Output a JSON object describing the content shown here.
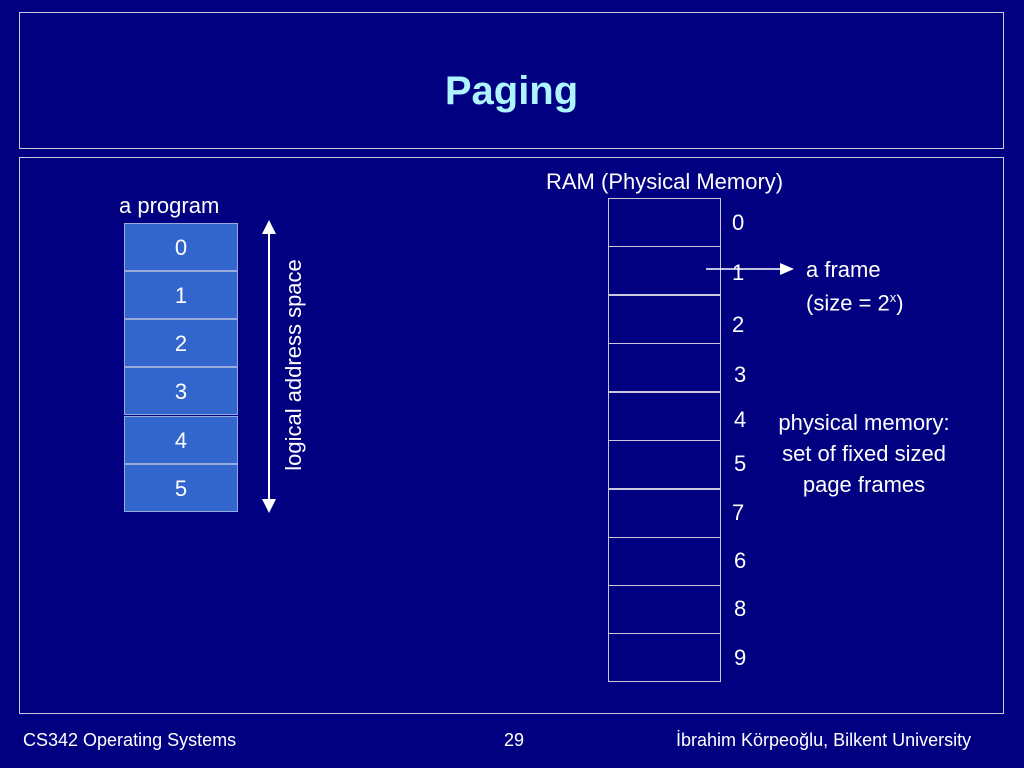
{
  "title": "Paging",
  "program": {
    "label": "a program",
    "pages": [
      "0",
      "1",
      "2",
      "3",
      "4",
      "5"
    ]
  },
  "logical_label": "logical address space",
  "ram": {
    "label": "RAM (Physical Memory)",
    "frame_numbers": [
      "0",
      "1",
      "2",
      "3",
      "4",
      "5",
      "7",
      "6",
      "8",
      "9"
    ]
  },
  "frame_note": {
    "line1": "a frame",
    "line2_prefix": "(size = 2",
    "line2_sup": "x",
    "line2_suffix": ")"
  },
  "physical_note": {
    "line1": "physical memory:",
    "line2": "set of fixed sized",
    "line3": "page frames"
  },
  "footer": {
    "left": "CS342 Operating Systems",
    "center": "29",
    "right": "İbrahim Körpeoğlu, Bilkent University"
  }
}
